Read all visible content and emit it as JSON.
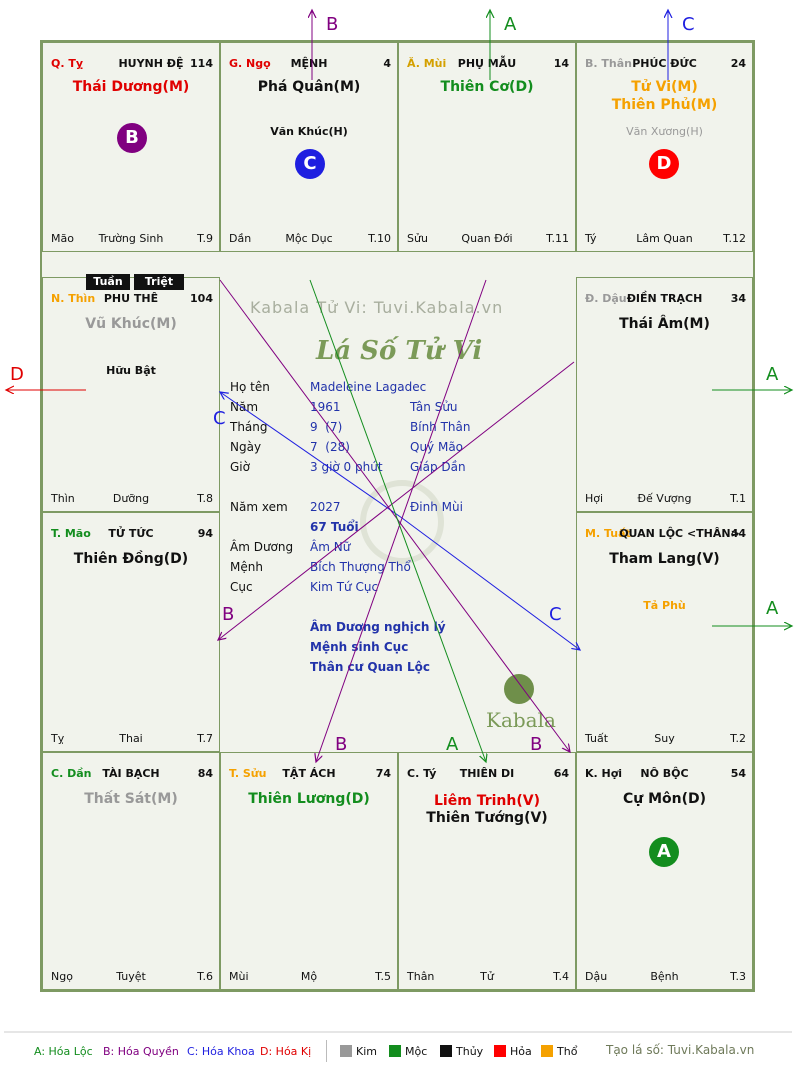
{
  "watermark": "Kabala Tử Vi: Tuvi.Kabala.vn",
  "calligraphy_title": "Lá Số Tử Vi",
  "logo_text": "Kabala",
  "colors": {
    "kim": "#999999",
    "moc": "#138d1e",
    "thuy": "#111111",
    "hoa": "#ff0000",
    "tho": "#f5a100",
    "loc": "#138d1e",
    "quyen": "#800080",
    "khoa": "#1f1fe0",
    "ki": "#e00000"
  },
  "palaces": {
    "ty_top": {
      "branch": "Q. Tỵ",
      "name": "HUYNH ĐỆ",
      "num": "114",
      "stars": [
        "Thái Dương(M)"
      ],
      "minor": [],
      "foot_l": "Mão",
      "foot_c": "Trường Sinh",
      "foot_r": "T.9"
    },
    "ngo_top": {
      "branch": "G. Ngọ",
      "name": "MỆNH",
      "num": "4",
      "stars": [
        "Phá Quân(M)"
      ],
      "minor": [
        "Văn Khúc(H)"
      ],
      "foot_l": "Dần",
      "foot_c": "Mộc Dục",
      "foot_r": "T.10"
    },
    "mui_top": {
      "branch": "Ă. Mùi",
      "name": "PHỤ MẪU",
      "num": "14",
      "stars": [
        "Thiên Cơ(D)"
      ],
      "minor": [],
      "foot_l": "Sửu",
      "foot_c": "Quan Đới",
      "foot_r": "T.11"
    },
    "than_top": {
      "branch": "B. Thân",
      "name": "PHÚC ĐỨC",
      "num": "24",
      "stars": [
        "Tử Vi(M)",
        "Thiên Phủ(M)"
      ],
      "minor": [
        "Văn Xương(H)"
      ],
      "foot_l": "Tý",
      "foot_c": "Lâm Quan",
      "foot_r": "T.12"
    },
    "thin": {
      "branch": "N. Thìn",
      "name": "PHU THÊ",
      "num": "104",
      "stars": [
        "Vũ Khúc(M)"
      ],
      "minor": [
        "Hữu Bật"
      ],
      "foot_l": "Thìn",
      "foot_c": "Dưỡng",
      "foot_r": "T.8"
    },
    "dau": {
      "branch": "Đ. Dậu",
      "name": "ĐIỀN TRẠCH",
      "num": "34",
      "stars": [
        "Thái Âm(M)"
      ],
      "minor": [],
      "foot_l": "Hợi",
      "foot_c": "Đế Vượng",
      "foot_r": "T.1"
    },
    "mao": {
      "branch": "T. Mão",
      "name": "TỬ TỨC",
      "num": "94",
      "stars": [
        "Thiên Đồng(D)"
      ],
      "minor": [],
      "foot_l": "Tỵ",
      "foot_c": "Thai",
      "foot_r": "T.7"
    },
    "tuat": {
      "branch": "M. Tuất",
      "name": "QUAN LỘC <THÂN>",
      "num": "44",
      "stars": [
        "Tham Lang(V)"
      ],
      "minor": [
        "Tả Phù"
      ],
      "foot_l": "Tuất",
      "foot_c": "Suy",
      "foot_r": "T.2"
    },
    "dan": {
      "branch": "C. Dần",
      "name": "TÀI BẠCH",
      "num": "84",
      "stars": [
        "Thất Sát(M)"
      ],
      "minor": [],
      "foot_l": "Ngọ",
      "foot_c": "Tuyệt",
      "foot_r": "T.6"
    },
    "suu": {
      "branch": "T. Sửu",
      "name": "TẬT ÁCH",
      "num": "74",
      "stars": [
        "Thiên Lương(D)"
      ],
      "minor": [],
      "foot_l": "Mùi",
      "foot_c": "Mộ",
      "foot_r": "T.5"
    },
    "ty_bottom": {
      "branch": "C. Tý",
      "name": "THIÊN DI",
      "num": "64",
      "stars": [
        "Liêm Trinh(V)",
        "Thiên Tướng(V)"
      ],
      "minor": [],
      "foot_l": "Thân",
      "foot_c": "Tử",
      "foot_r": "T.4"
    },
    "hoi": {
      "branch": "K. Hợi",
      "name": "NÔ BỘC",
      "num": "54",
      "stars": [
        "Cự Môn(D)"
      ],
      "minor": [],
      "foot_l": "Dậu",
      "foot_c": "Bệnh",
      "foot_r": "T.3"
    }
  },
  "tags": {
    "tuan": "Tuần",
    "triet": "Triệt"
  },
  "badges": {
    "b": "B",
    "c": "C",
    "d": "D",
    "a": "A"
  },
  "arrow_labels": {
    "b": "B",
    "a": "A",
    "c": "C",
    "d": "D"
  },
  "info": {
    "ho_ten_label": "Họ tên",
    "ho_ten": "Madeleine Lagadec",
    "nam_label": "Năm",
    "nam": "1961",
    "nam_can": "Tân Sửu",
    "thang_label": "Tháng",
    "thang": "9  (7)",
    "thang_can": "Bính Thân",
    "ngay_label": "Ngày",
    "ngay": "7  (28)",
    "ngay_can": "Quý Mão",
    "gio_label": "Giờ",
    "gio": "3 giờ 0 phút",
    "gio_can": "Giáp Dần",
    "nam_xem_label": "Năm xem",
    "nam_xem": "2027",
    "nam_xem_can": "Đinh Mùi",
    "tuoi": "67 Tuổi",
    "am_duong_label": "Âm Dương",
    "am_duong": "Âm Nữ",
    "menh_label": "Mệnh",
    "menh": "Bích Thượng Thổ",
    "cuc_label": "Cục",
    "cuc": "Kim Tứ Cục",
    "note1": "Âm Dương nghịch lý",
    "note2": "Mệnh sinh Cục",
    "note3": "Thân cư Quan Lộc"
  },
  "legend": {
    "a": "A: Hóa Lộc",
    "b": "B: Hóa Quyền",
    "c": "C: Hóa Khoa",
    "d": "D: Hóa Kị",
    "kim": "Kim",
    "moc": "Mộc",
    "thuy": "Thủy",
    "hoa": "Hỏa",
    "tho": "Thổ",
    "credit": "Tạo lá số: Tuvi.Kabala.vn"
  }
}
